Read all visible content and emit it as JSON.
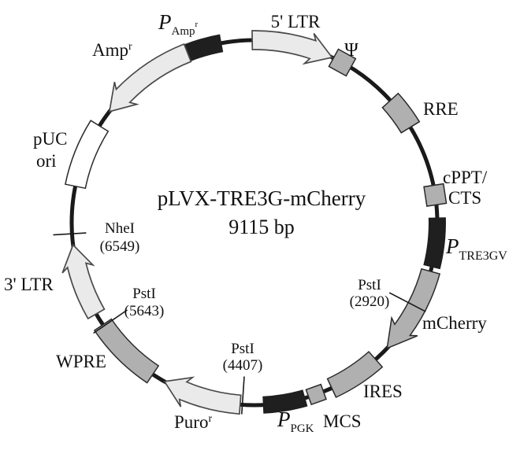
{
  "title": {
    "name": "pLVX-TRE3G-mCherry",
    "size": "9115 bp"
  },
  "labels": {
    "five_ltr": "5' LTR",
    "psi": "Ψ",
    "rre": "RRE",
    "cppt_line1": "cPPT/",
    "cppt_line2": "CTS",
    "p_tre3gv_main": "P",
    "p_tre3gv_sub": "TRE3GV",
    "mcherry": "mCherry",
    "ires": "IRES",
    "mcs": "MCS",
    "p_pgk_main": "P",
    "p_pgk_sub": "PGK",
    "puro_main": "Puro",
    "puro_sup": "r",
    "wpre": "WPRE",
    "three_ltr": "3' LTR",
    "puc_line1": "pUC",
    "puc_line2": "ori",
    "amp_main": "Amp",
    "amp_sup": "r",
    "p_amp_main": "P",
    "p_amp_sub": "Amp",
    "p_amp_sub_sup": "r"
  },
  "restriction_sites": {
    "pst1_2920": {
      "enzyme": "PstI",
      "position": "(2920)"
    },
    "pst1_4407": {
      "enzyme": "PstI",
      "position": "(4407)"
    },
    "pst1_5643": {
      "enzyme": "PstI",
      "position": "(5643)"
    },
    "nhe1_6549": {
      "enzyme": "NheI",
      "position": "(6549)"
    }
  },
  "colors": {
    "backbone": "#1a1a1a",
    "promoter_black": "#1f1f1f",
    "feature_gray": "#b0b0b0",
    "orf_light_gray": "#eaeaea",
    "ori_white": "#ffffff",
    "outline_black": "#2a2a2a",
    "outline_dark": "#4a4a4a",
    "tick": "#1a1a1a"
  }
}
